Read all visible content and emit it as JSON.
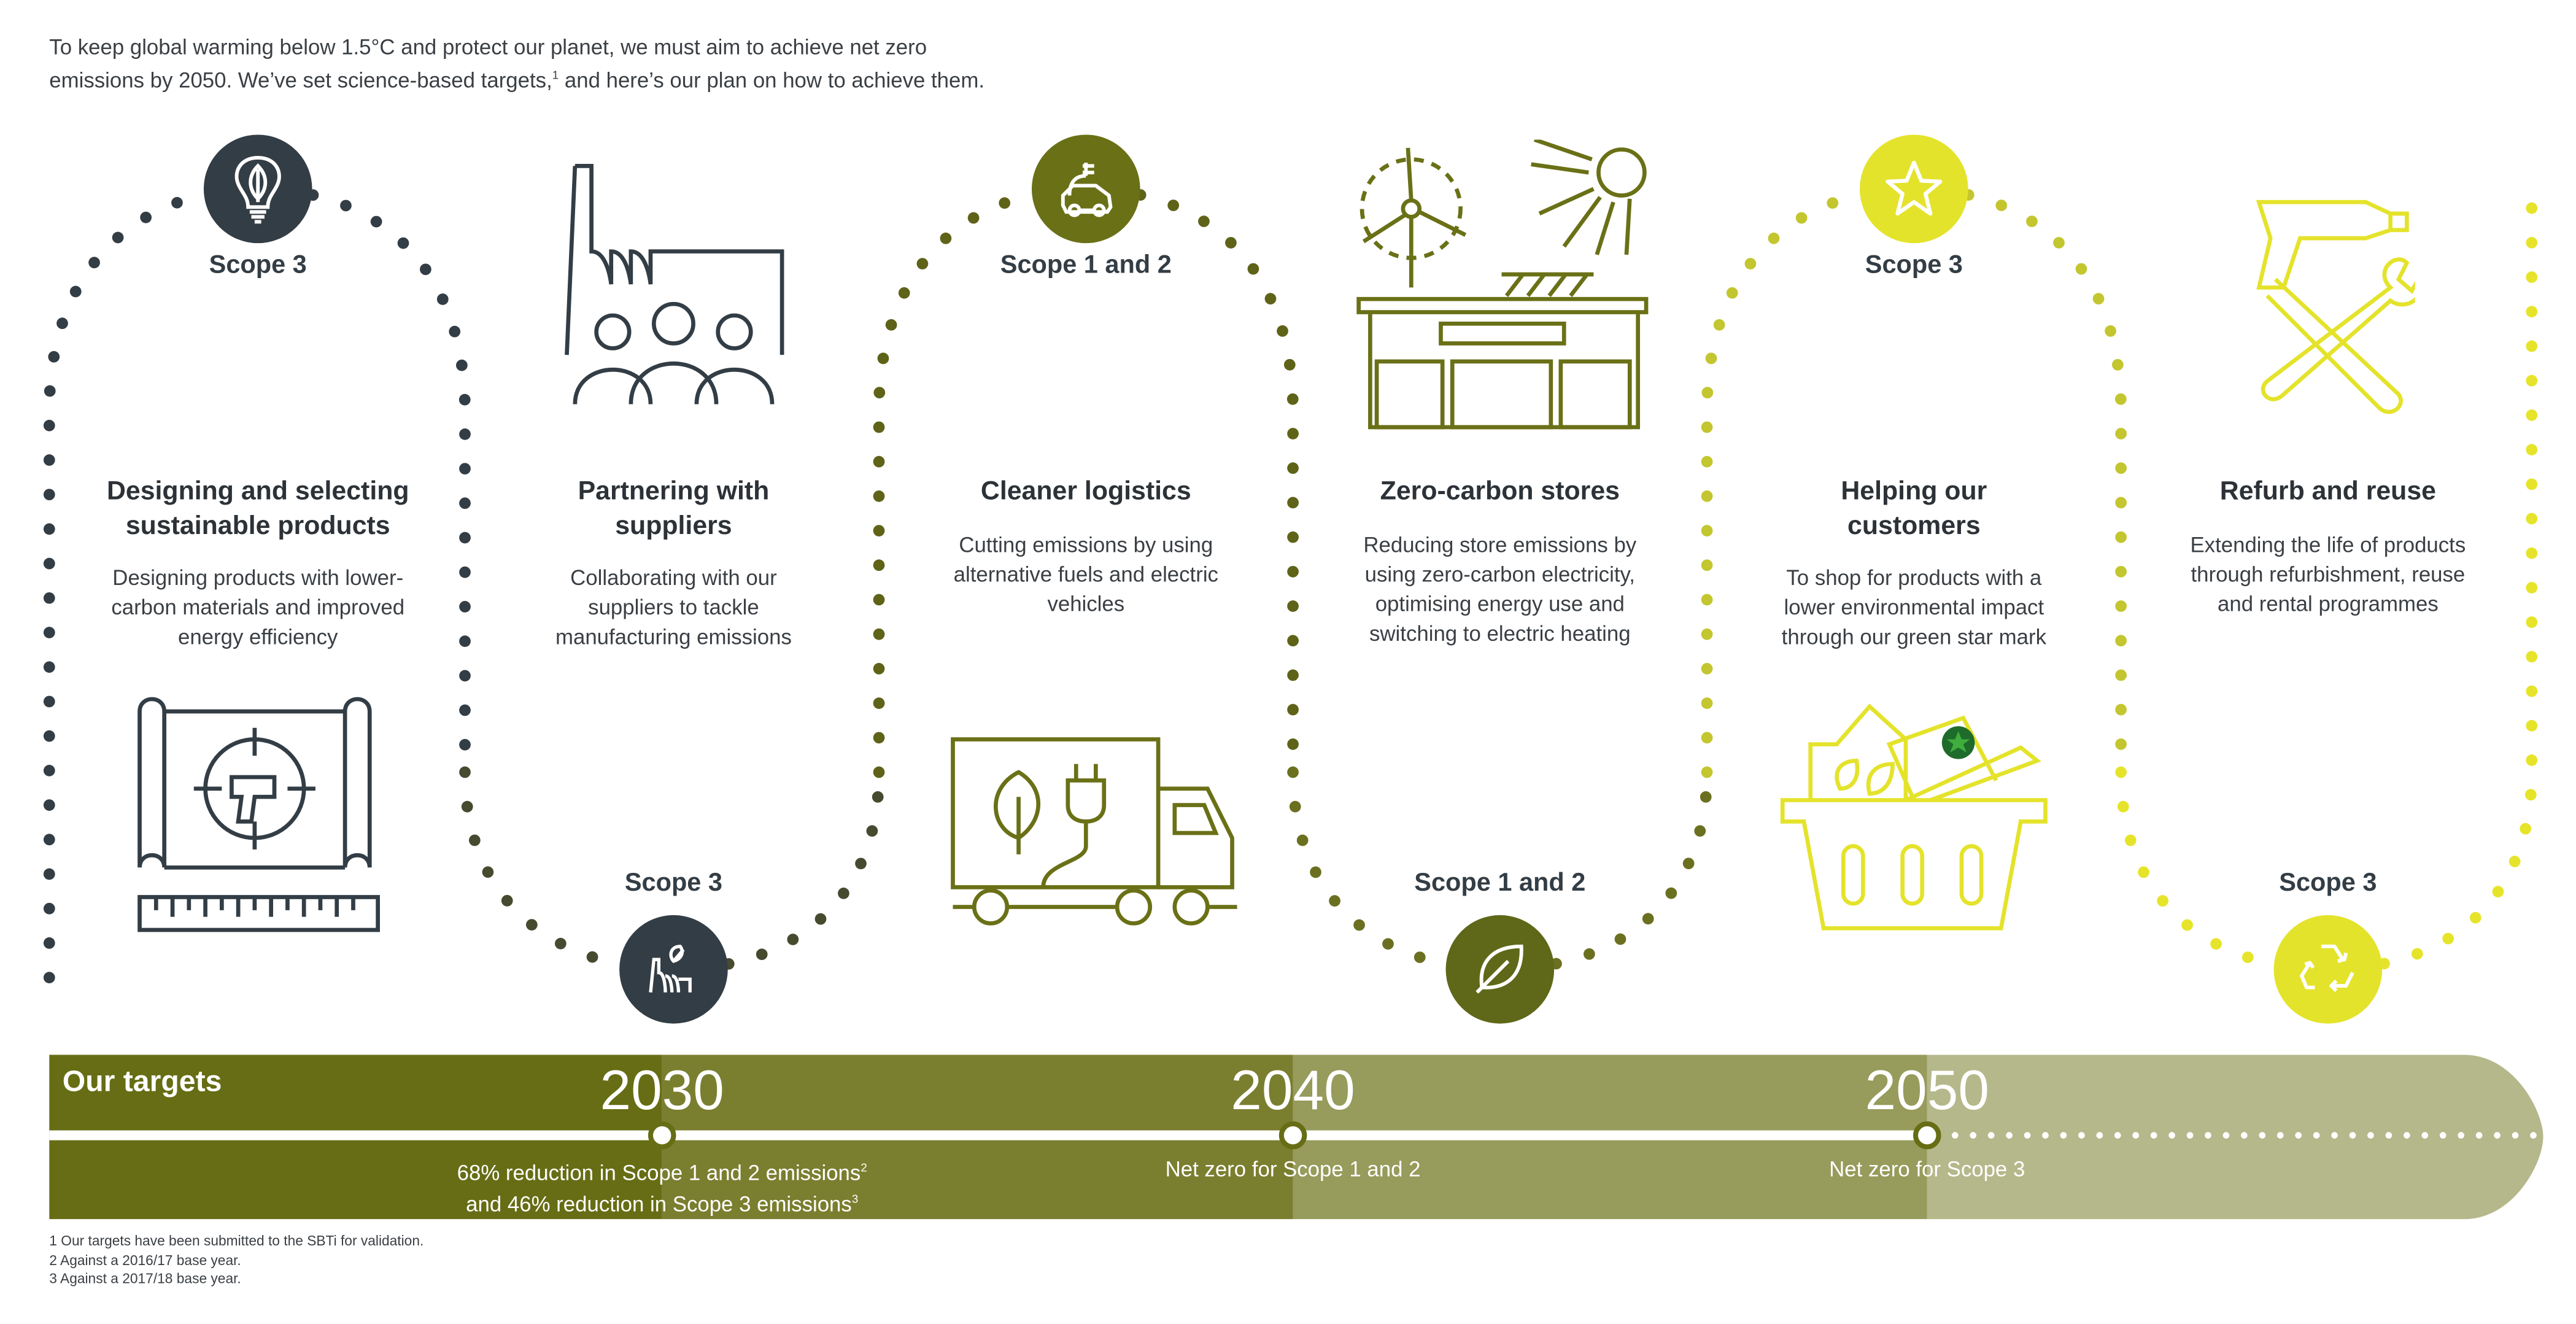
{
  "intro": {
    "line1": "To keep global warming below 1.5°C and protect our planet, we must aim to achieve net zero",
    "line2a": "emissions by 2050. We’ve set science-based targets,",
    "line2sup": "1",
    "line2b": " and here’s our plan on how to achieve them."
  },
  "columns": [
    {
      "scope": "Scope 3",
      "title": "Designing and selecting sustainable products",
      "body": "Designing products with lower-carbon materials and improved energy efficiency",
      "icon": "lightbulb-leaf-icon",
      "color": "#333d45"
    },
    {
      "scope": "Scope 3",
      "title": "Partnering with suppliers",
      "body": "Collaborating with our suppliers to tackle manufacturing emissions",
      "icon": "factory-leaf-icon",
      "color": "#333d45"
    },
    {
      "scope": "Scope 1 and 2",
      "title": "Cleaner logistics",
      "body": "Cutting emissions by using alternative fuels and electric vehicles",
      "icon": "electric-car-icon",
      "color": "#6a7016"
    },
    {
      "scope": "Scope 1 and 2",
      "title": "Zero-carbon stores",
      "body": "Reducing store emissions by using zero-carbon electricity, optimising energy use and switching to electric heating",
      "icon": "leaf-icon",
      "color": "#5f6818"
    },
    {
      "scope": "Scope 3",
      "title": "Helping our customers",
      "body": "To shop for products with a lower environmental impact through our green star mark",
      "icon": "star-icon",
      "color": "#e4e32b"
    },
    {
      "scope": "Scope 3",
      "title": "Refurb and reuse",
      "body": "Extending the life of products through refurbishment, reuse and rental programmes",
      "icon": "recycle-icon",
      "color": "#e4e32b"
    }
  ],
  "targets": {
    "label": "Our targets",
    "milestones": [
      {
        "year": "2030",
        "line1": "68% reduction in Scope 1 and 2 emissions",
        "sup1": "2",
        "line2": "and 46% reduction in Scope 3 emissions",
        "sup2": "3"
      },
      {
        "year": "2040",
        "line1": "Net zero for Scope 1 and 2"
      },
      {
        "year": "2050",
        "line1": "Net zero for Scope 3"
      }
    ],
    "colors": [
      "#666d14",
      "#7a7e2f",
      "#979b5b",
      "#b5b88a"
    ]
  },
  "footnotes": [
    "1  Our targets have been submitted to the SBTi for validation.",
    "2  Against a 2016/17 base year.",
    "3  Against a 2017/18 base year."
  ]
}
